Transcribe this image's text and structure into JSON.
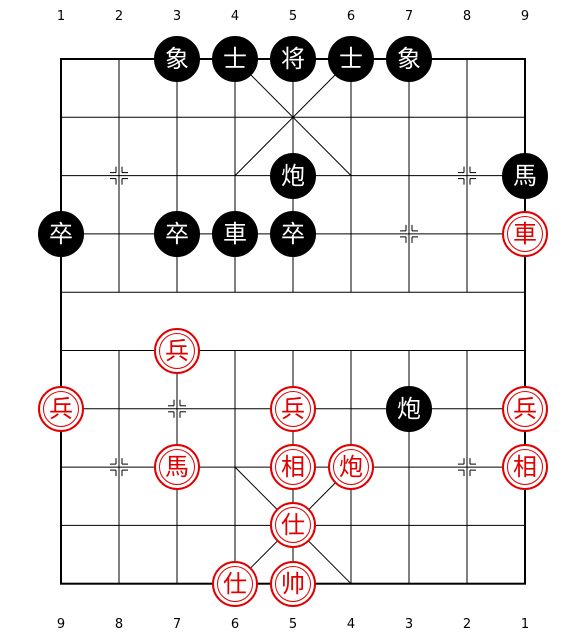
{
  "board": {
    "top_file_labels": [
      "1",
      "2",
      "3",
      "4",
      "5",
      "6",
      "7",
      "8",
      "9"
    ],
    "bottom_file_labels": [
      "9",
      "8",
      "7",
      "6",
      "5",
      "4",
      "3",
      "2",
      "1"
    ],
    "colors": {
      "black_piece": "#000000",
      "red_piece": "#e00000",
      "lines": "#000000",
      "background": "#ffffff"
    }
  },
  "pieces": [
    {
      "char": "象",
      "side": "black",
      "file": 2,
      "rank": 0
    },
    {
      "char": "士",
      "side": "black",
      "file": 3,
      "rank": 0
    },
    {
      "char": "将",
      "side": "black",
      "file": 4,
      "rank": 0
    },
    {
      "char": "士",
      "side": "black",
      "file": 5,
      "rank": 0
    },
    {
      "char": "象",
      "side": "black",
      "file": 6,
      "rank": 0
    },
    {
      "char": "炮",
      "side": "black",
      "file": 4,
      "rank": 2
    },
    {
      "char": "馬",
      "side": "black",
      "file": 8,
      "rank": 2
    },
    {
      "char": "卒",
      "side": "black",
      "file": 0,
      "rank": 3
    },
    {
      "char": "卒",
      "side": "black",
      "file": 2,
      "rank": 3
    },
    {
      "char": "車",
      "side": "black",
      "file": 3,
      "rank": 3
    },
    {
      "char": "卒",
      "side": "black",
      "file": 4,
      "rank": 3
    },
    {
      "char": "車",
      "side": "red",
      "file": 8,
      "rank": 3
    },
    {
      "char": "兵",
      "side": "red",
      "file": 2,
      "rank": 5
    },
    {
      "char": "兵",
      "side": "red",
      "file": 0,
      "rank": 6
    },
    {
      "char": "兵",
      "side": "red",
      "file": 4,
      "rank": 6
    },
    {
      "char": "炮",
      "side": "black",
      "file": 6,
      "rank": 6
    },
    {
      "char": "兵",
      "side": "red",
      "file": 8,
      "rank": 6
    },
    {
      "char": "馬",
      "side": "red",
      "file": 2,
      "rank": 7
    },
    {
      "char": "相",
      "side": "red",
      "file": 4,
      "rank": 7
    },
    {
      "char": "炮",
      "side": "red",
      "file": 5,
      "rank": 7
    },
    {
      "char": "相",
      "side": "red",
      "file": 8,
      "rank": 7
    },
    {
      "char": "仕",
      "side": "red",
      "file": 4,
      "rank": 8
    },
    {
      "char": "仕",
      "side": "red",
      "file": 3,
      "rank": 9
    },
    {
      "char": "帅",
      "side": "red",
      "file": 4,
      "rank": 9
    }
  ]
}
